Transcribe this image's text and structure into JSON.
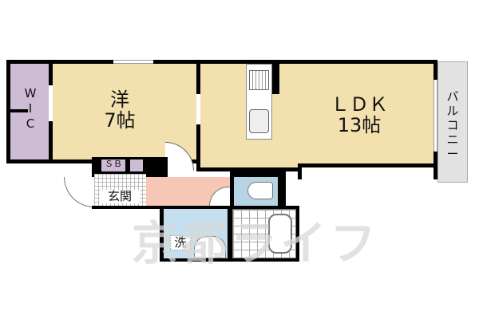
{
  "floorplan": {
    "rooms": {
      "wic": {
        "label": "W\nI\nC",
        "chars": [
          "W",
          "I",
          "C"
        ],
        "color": "#cdbcd3"
      },
      "western": {
        "label": "洋",
        "size": "7帖",
        "color": "#f2e0ae"
      },
      "ldk": {
        "label": "ＬＤＫ",
        "size": "13帖",
        "color": "#f2e0ae"
      },
      "balcony": {
        "chars": [
          "バ",
          "ル",
          "コ",
          "ニ",
          "ー"
        ],
        "color": "#e2e2e2"
      },
      "shoe_box": {
        "label": "ＳＢ",
        "color": "#cdbcd3"
      },
      "entrance": {
        "label": "玄関",
        "color": "#ffffff"
      },
      "hallway": {
        "color": "#f5c7b4"
      },
      "toilet": {
        "color": "#b7d3e6"
      },
      "washroom": {
        "label": "洗",
        "color": "#c4dff0"
      },
      "bathroom": {
        "color": "#ffffff"
      }
    },
    "watermark": "京都ライフ"
  }
}
